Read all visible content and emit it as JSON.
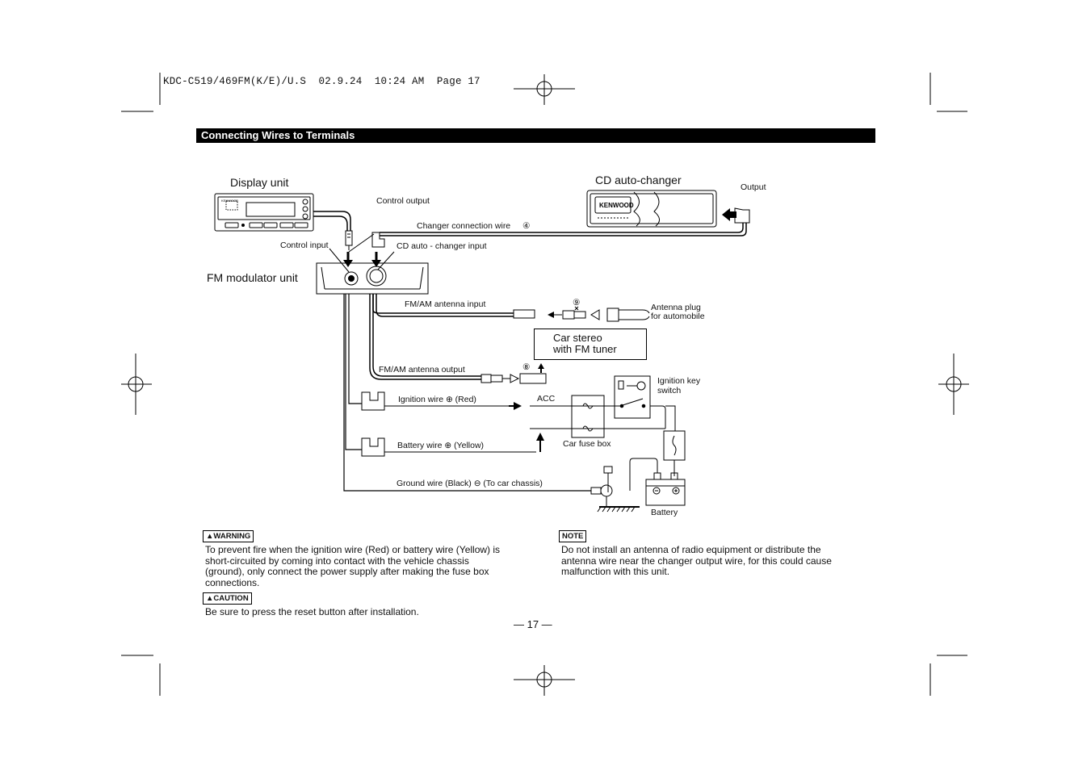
{
  "print_header": "KDC-C519/469FM(K/E)/U.S  02.9.24  10:24 AM  Page 17",
  "section_title": "Connecting Wires to Terminals",
  "diagram": {
    "display_unit": "Display unit",
    "cd_auto_changer": "CD auto-changer",
    "output": "Output",
    "control_output": "Control output",
    "changer_connection_wire": "Changer connection wire",
    "changer_connection_num": "④",
    "control_input": "Control input",
    "cd_auto_changer_input": "CD auto - changer input",
    "fm_modulator_unit": "FM modulator unit",
    "fm_am_antenna_input": "FM/AM antenna input",
    "num_9": "⑨",
    "antenna_plug_line1": "Antenna plug",
    "antenna_plug_line2": "for automobile",
    "car_stereo_line1": "Car stereo",
    "car_stereo_line2": "with FM tuner",
    "num_8": "⑧",
    "fm_am_antenna_output": "FM/AM antenna output",
    "ignition_key_switch_line1": "Ignition key",
    "ignition_key_switch_line2": "switch",
    "ignition_wire": "Ignition wire ⊕ (Red)",
    "acc": "ACC",
    "car_fuse_box": "Car fuse box",
    "battery_wire": "Battery wire ⊕ (Yellow)",
    "ground_wire": "Ground wire (Black) ⊖ (To car chassis)",
    "battery": "Battery",
    "brand": "KENWOOD"
  },
  "warning": {
    "tag": "▲WARNING",
    "text": "To prevent fire when the ignition wire (Red) or battery wire (Yellow) is short-circuited by coming into contact with the vehicle chassis (ground), only connect the power supply after making the fuse box connections."
  },
  "caution": {
    "tag": "▲CAUTION",
    "text": "Be sure to press the reset button after installation."
  },
  "note": {
    "tag": "NOTE",
    "text": "Do not install an antenna of radio equipment or distribute the antenna wire near the changer output wire, for this could cause malfunction with this unit."
  },
  "page_number": "— 17 —"
}
